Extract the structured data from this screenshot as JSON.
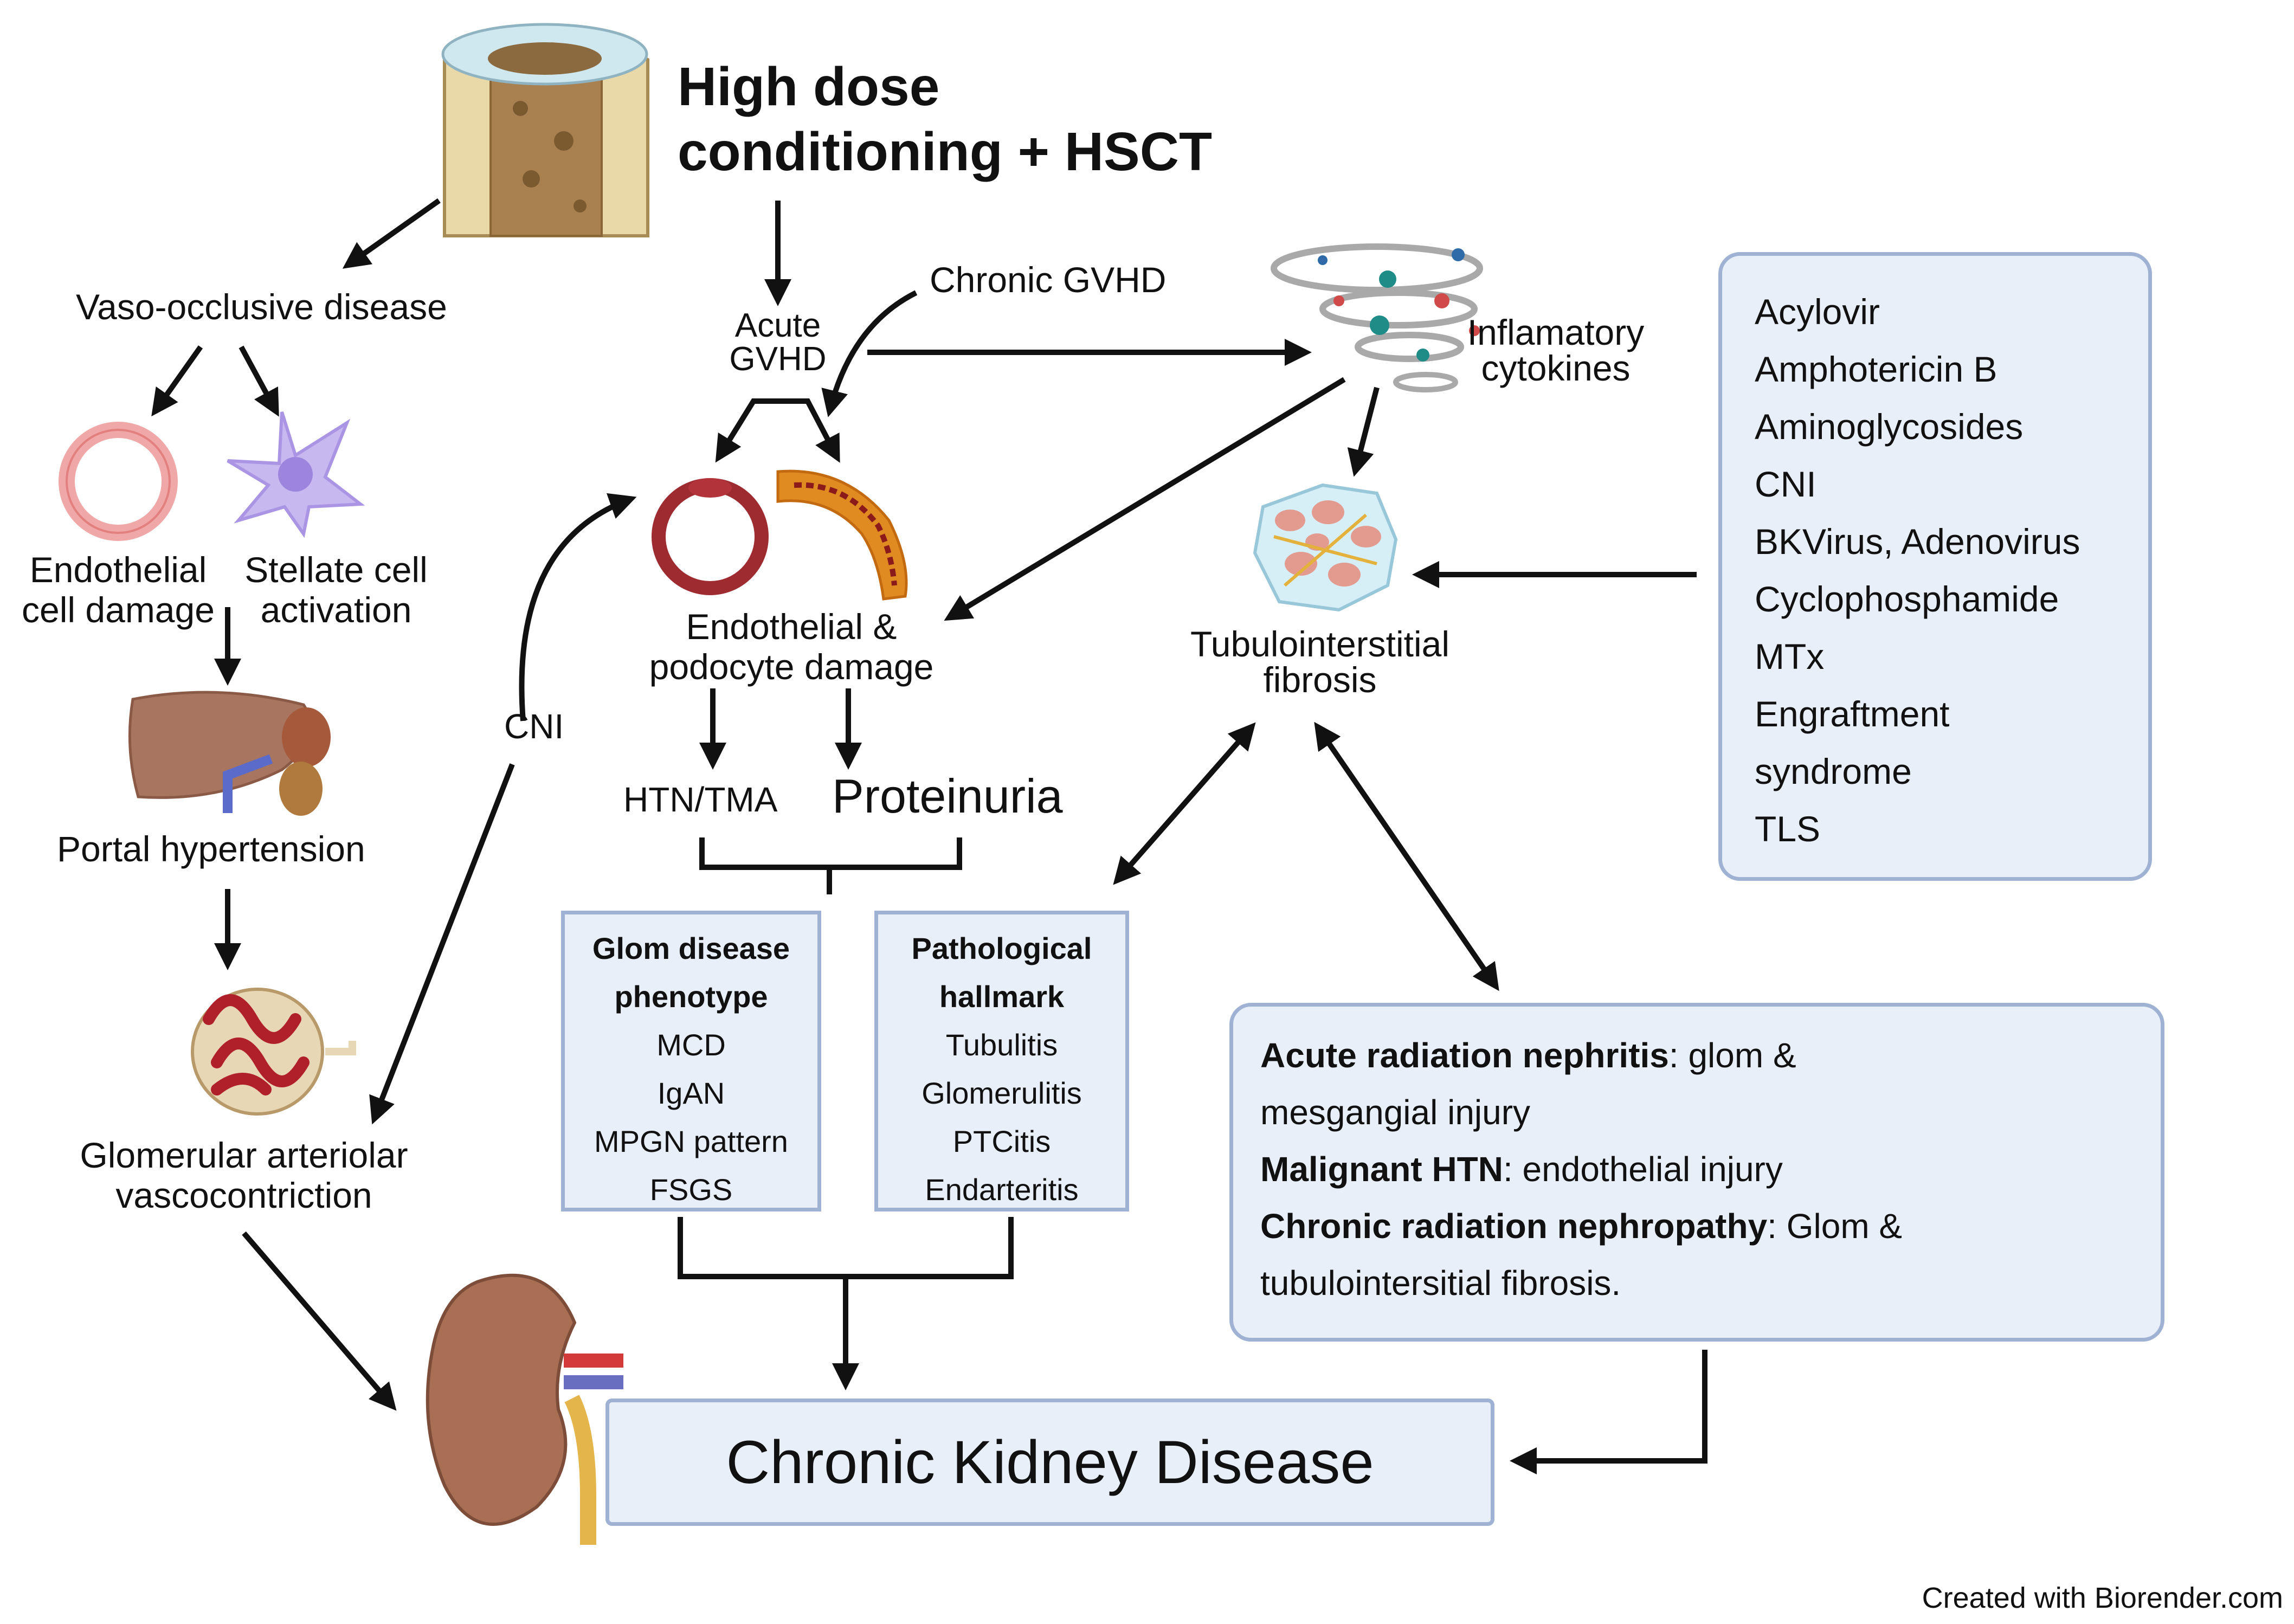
{
  "title": {
    "line1": "High dose",
    "line2": "conditioning + HSCT"
  },
  "nodes": {
    "voc": "Vaso-occlusive disease",
    "endo_line1": "Endothelial",
    "endo_line2": "cell damage",
    "stellate_line1": "Stellate cell",
    "stellate_line2": "activation",
    "portal": "Portal hypertension",
    "glom_line1": "Glomerular arteriolar",
    "glom_line2": "vascocontriction",
    "acute_line1": "Acute",
    "acute_line2": "GVHD",
    "chronic": "Chronic GVHD",
    "infl_line1": "Inflamatory",
    "infl_line2": "cytokines",
    "tif_line1": "Tubulointerstitial",
    "tif_line2": "fibrosis",
    "epd_line1": "Endothelial &",
    "epd_line2": "podocyte damage",
    "cni": "CNI",
    "htn": "HTN/TMA",
    "proteinuria": "Proteinuria",
    "ckd": "Chronic Kidney Disease",
    "credit": "Created with Biorender.com"
  },
  "drug_list": [
    "Acylovir",
    "Amphotericin B",
    "Aminoglycosides",
    "CNI",
    "BKVirus, Adenovirus",
    "Cyclophosphamide",
    "MTx",
    "Engraftment",
    "syndrome",
    "TLS"
  ],
  "glom_box": {
    "head1": "Glom disease",
    "head2": "phenotype",
    "items": [
      "MCD",
      "IgAN",
      "MPGN pattern",
      "FSGS"
    ]
  },
  "path_box": {
    "head1": "Pathological",
    "head2": "hallmark",
    "items": [
      "Tubulitis",
      "Glomerulitis",
      "PTCitis",
      "Endarteritis"
    ]
  },
  "radiation": {
    "l1_bold": "Acute radiation nephritis",
    "l1_rest": ": glom &",
    "l2": "mesgangial injury",
    "l3_bold": "Malignant HTN",
    "l3_rest": ": endothelial injury",
    "l4_bold": "Chronic radiation nephropathy",
    "l4_rest": ": Glom &",
    "l5": "tubulointersitial fibrosis."
  },
  "colors": {
    "box_fill": "#e8eff8",
    "box_border": "#9fb2d3",
    "arrow": "#111111",
    "radiation_yellow": "#f2c21b"
  }
}
